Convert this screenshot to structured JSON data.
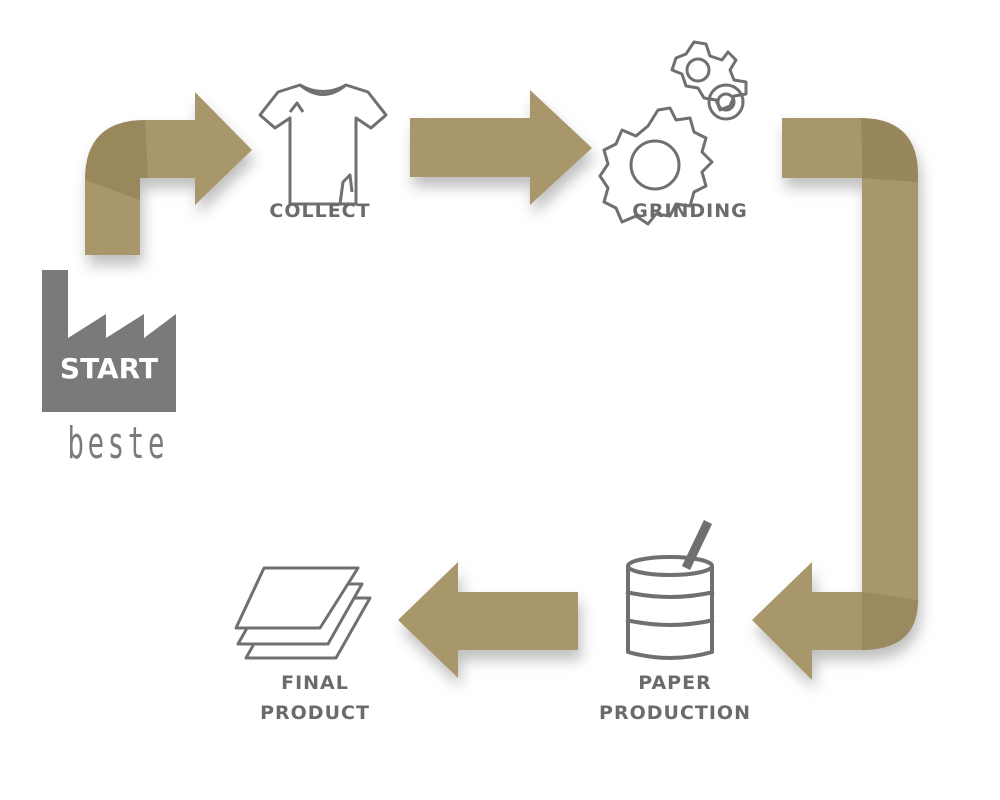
{
  "diagram": {
    "start_label": "START",
    "brand_name": "beste",
    "steps": {
      "collect": "COLLECT",
      "grinding": "GRINDING",
      "paper_production_line1": "PAPER",
      "paper_production_line2": "PRODUCTION",
      "final_product_line1": "FINAL",
      "final_product_line2": "PRODUCT"
    }
  },
  "colors": {
    "arrow_fill": "#A8976A",
    "arrow_dark": "#8E7C52",
    "icon_stroke": "#707070",
    "factory_fill": "#7a7a7a",
    "label_text": "#6b6b6b"
  }
}
